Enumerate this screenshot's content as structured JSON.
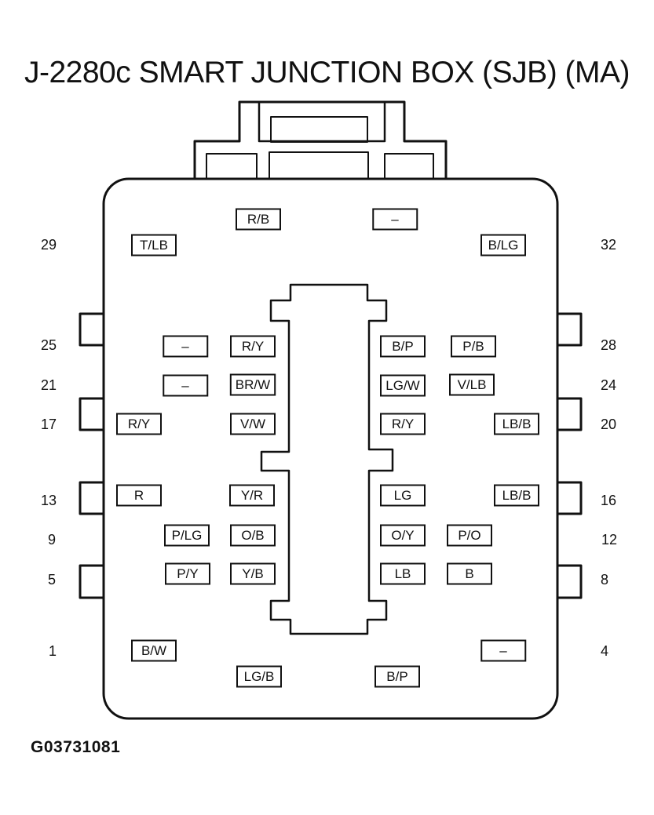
{
  "title": "J-2280c SMART JUNCTION BOX (SJB) (MA)",
  "figure_code": "G03731081",
  "pin_numbers": {
    "p29": "29",
    "p32": "32",
    "p25": "25",
    "p28": "28",
    "p21": "21",
    "p24": "24",
    "p17": "17",
    "p20": "20",
    "p13": "13",
    "p16": "16",
    "p9": "9",
    "p12": "12",
    "p5": "5",
    "p8": "8",
    "p1": "1",
    "p4": "4"
  },
  "wire_colors": {
    "top_left": "R/B",
    "top_right": "–",
    "r29": "T/LB",
    "r32": "B/LG",
    "r25_a": "–",
    "r25_b": "R/Y",
    "r28_a": "B/P",
    "r28_b": "P/B",
    "r21_a": "–",
    "r21_b": "BR/W",
    "r24_a": "LG/W",
    "r24_b": "V/LB",
    "r17_a": "R/Y",
    "r17_b": "V/W",
    "r20_a": "R/Y",
    "r20_b": "LB/B",
    "r13_a": "R",
    "r13_b": "Y/R",
    "r16_a": "LG",
    "r16_b": "LB/B",
    "r9_a": "P/LG",
    "r9_b": "O/B",
    "r12_a": "O/Y",
    "r12_b": "P/O",
    "r5_a": "P/Y",
    "r5_b": "Y/B",
    "r8_a": "LB",
    "r8_b": "B",
    "r1": "B/W",
    "r4": "–",
    "bottom_left": "LG/B",
    "bottom_right": "B/P"
  }
}
